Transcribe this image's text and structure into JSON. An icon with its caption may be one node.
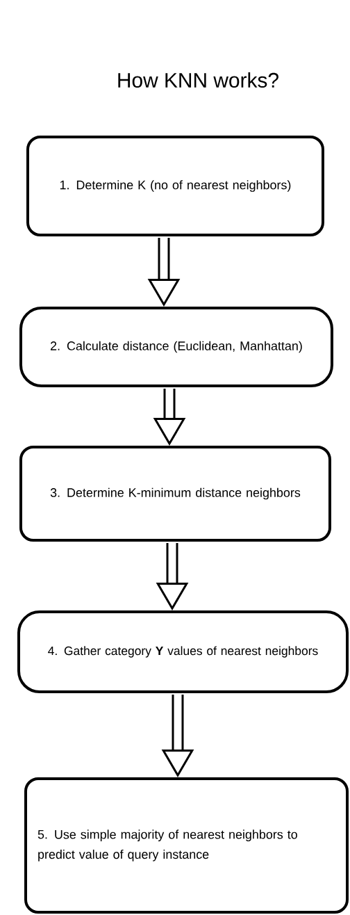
{
  "diagram": {
    "title": "How KNN works?",
    "nodes": [
      {
        "text": [
          "1.  Determine K (no of nearest neighbors)"
        ]
      },
      {
        "text": [
          "2.  Calculate distance (Euclidean, Manhattan)"
        ]
      },
      {
        "text": [
          "3.  Determine K-minimum distance neighbors"
        ]
      },
      {
        "text": [
          "4.  Gather category **Y** values of nearest neighbors"
        ]
      },
      {
        "text": [
          "5.  Use simple majority of nearest neighbors to predict value of query instance"
        ]
      }
    ],
    "edges": [
      {
        "from": 0,
        "to": 1,
        "arrow": "to"
      },
      {
        "from": 1,
        "to": 2,
        "arrow": "to"
      },
      {
        "from": 2,
        "to": 3,
        "arrow": "to"
      },
      {
        "from": 3,
        "to": 4,
        "arrow": "to"
      }
    ]
  }
}
